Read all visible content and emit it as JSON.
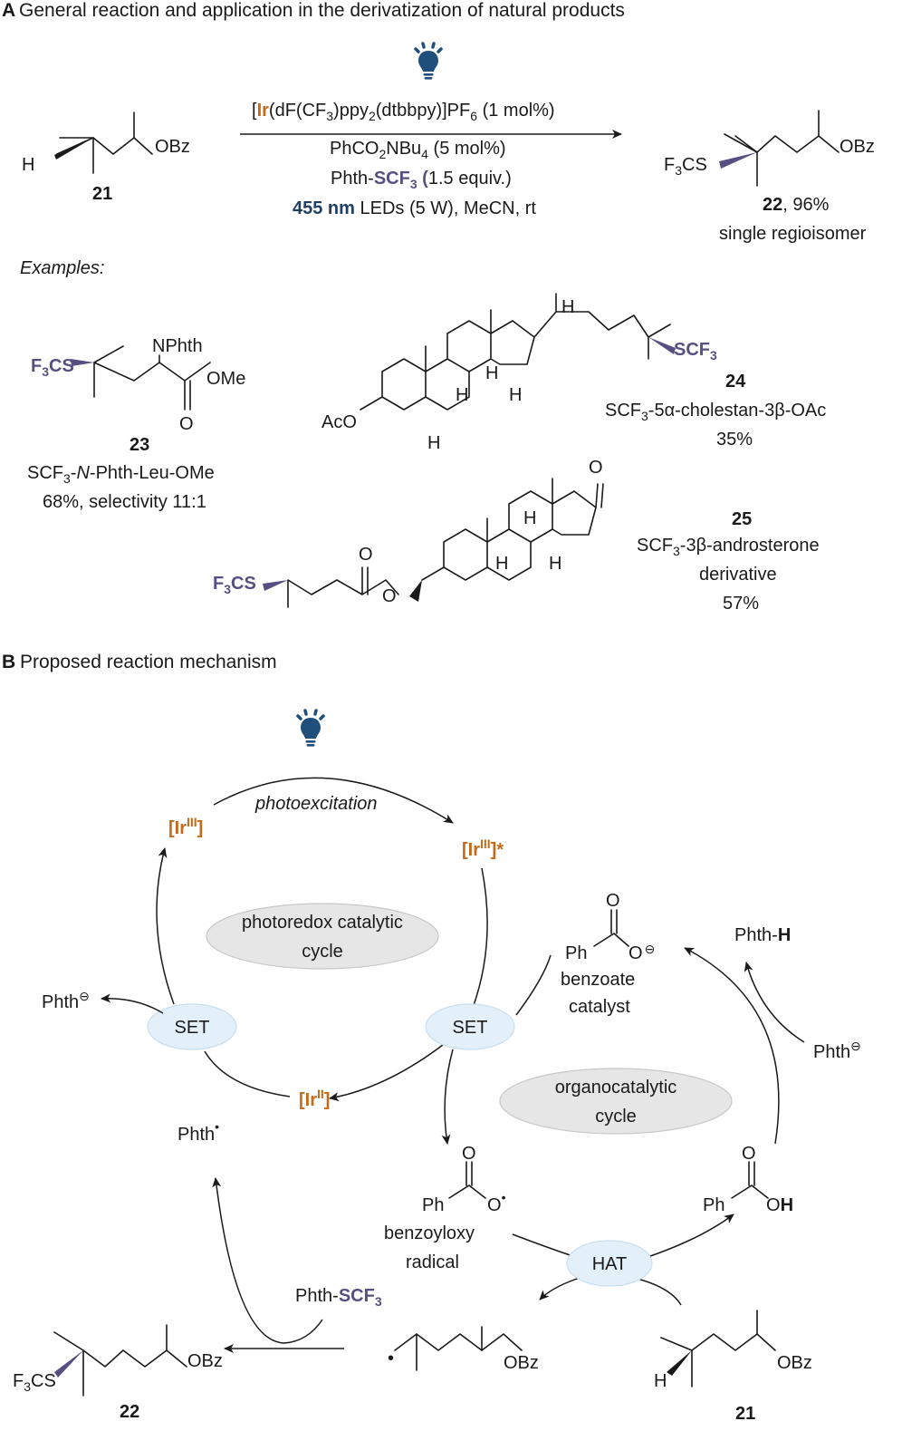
{
  "section_a": {
    "letter": "A",
    "title": "General reaction and application in the derivatization of natural products"
  },
  "section_b": {
    "letter": "B",
    "title": "Proposed reaction mechanism"
  },
  "colors": {
    "iridium": "#c46a1a",
    "scf3": "#574f82",
    "light": "#1f4f7a",
    "navy_text": "#1f3f66",
    "oval_grey": "#e6e6e6",
    "oval_blue": "#e3f0fa"
  },
  "icons": {
    "light": "lightbulb-icon"
  },
  "reaction": {
    "catalyst_bracket_open": "[",
    "catalyst_metal": "Ir",
    "catalyst_ligands": "(dF(CF",
    "catalyst_sub3": "3",
    "catalyst_mid": ")ppy",
    "catalyst_sub2": "2",
    "catalyst_end": "(dtbbpy)]PF",
    "catalyst_sub6": "6",
    "catalyst_load": "(1 mol%)",
    "cocat_main": "PhCO",
    "cocat_sub2": "2",
    "cocat_nbu": "NBu",
    "cocat_sub4": "4",
    "cocat_load": "(5 mol%)",
    "reagent_prefix": "Phth-",
    "reagent_scf": "SCF",
    "reagent_sub3": "3",
    "reagent_paren": "(",
    "reagent_equiv": "1.5 equiv.)",
    "light_wavelength": "455 nm",
    "light_rest": "LEDs (5 W), MeCN, rt"
  },
  "compounds": {
    "c21": {
      "number": "21",
      "group": "OBz",
      "h": "H"
    },
    "c22": {
      "number": "22",
      "yield": ", 96%",
      "note": "single regioisomer",
      "f3cs_f": "F",
      "f3cs_sub": "3",
      "f3cs_cs": "CS",
      "group": "OBz"
    },
    "examples_label": "Examples:",
    "c23": {
      "number": "23",
      "nphth": "NPhth",
      "ome": "OMe",
      "o": "O",
      "name_pre": "SCF",
      "name_sub": "3",
      "name_dash": "-",
      "name_n": "N",
      "name_post": "-Phth-Leu-OMe",
      "yield": "68%, selectivity 11:1"
    },
    "c24": {
      "number": "24",
      "name_pre": "SCF",
      "name_sub": "3",
      "name_post": "-5α-cholestan-3β-OAc",
      "yield": "35%",
      "aco": "AcO",
      "scf": "SCF",
      "scf_sub": "3"
    },
    "c25": {
      "number": "25",
      "name_pre": "SCF",
      "name_sub": "3",
      "name_post": "-3β-androsterone",
      "line2": "derivative",
      "yield": "57%",
      "o": "O"
    }
  },
  "mechanism": {
    "photoexcitation": "photoexcitation",
    "ir3": "[Ir",
    "ir3_sup": "III",
    "ir3_close": "]",
    "ir3_star": "]*",
    "ir2_sup": "II",
    "photoredox_line1": "photoredox catalytic",
    "photoredox_line2": "cycle",
    "organo_line1": "organocatalytic",
    "organo_line2": "cycle",
    "set_left": "SET",
    "set_right": "SET",
    "hat": "HAT",
    "phth_anion_left": "Phth",
    "minus": "⊖",
    "phth_radical": "Phth",
    "radical_dot": "•",
    "phth_h_prefix": "Phth-",
    "phth_h_h": "H",
    "phth_anion_right": "Phth",
    "benzoate_ph": "Ph",
    "benzoate_o": "O",
    "benzoate_label1": "benzoate",
    "benzoate_label2": "catalyst",
    "radical_label1": "benzoyloxy",
    "radical_label2": "radical",
    "acid_ph": "Ph",
    "acid_oh_o": "O",
    "acid_oh_h": "H",
    "reagent_prefix": "Phth-",
    "reagent_scf": "SCF",
    "reagent_sub3": "3",
    "obz": "OBz",
    "h": "H",
    "c22_number": "22",
    "c21_number": "21"
  }
}
